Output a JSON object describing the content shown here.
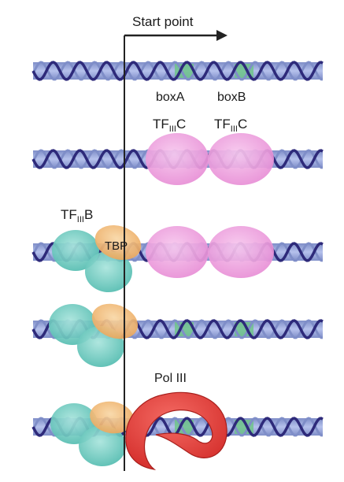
{
  "start_point": {
    "label": "Start point"
  },
  "box_labels": {
    "box_a": "boxA",
    "box_b": "boxB"
  },
  "factors": {
    "tf3c_a": {
      "main": "TF",
      "sub": "III",
      "suffix": "C"
    },
    "tf3c_b": {
      "main": "TF",
      "sub": "III",
      "suffix": "C"
    },
    "tf3b": {
      "main": "TF",
      "sub": "III",
      "suffix": "B"
    },
    "tbp": "TBP",
    "pol3": "Pol III"
  },
  "colors": {
    "dna_band": "#8f9fd6",
    "dna_strand_dark": "#2e2a7a",
    "dna_strand_light": "#7f8ec8",
    "box_region": "#6fc48a",
    "tf3c": "#ee9ee0",
    "tf3b": "#73cdc3",
    "tbp": "#f2bf80",
    "pol3": "#e8413e",
    "start_line": "#222222"
  },
  "icons": [
    "start-arrow-icon"
  ]
}
